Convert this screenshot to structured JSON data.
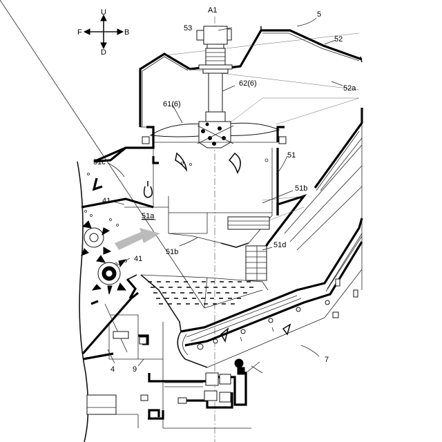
{
  "directions": {
    "up": "U",
    "front": "F",
    "back": "B",
    "down": "D"
  },
  "labels": {
    "a1": "A1",
    "n5": "5",
    "n53": "53",
    "n52": "52",
    "n52a": "52a",
    "n62": "62(6)",
    "n61": "61(6)",
    "n51c": "51c",
    "n51": "51",
    "n51b_right": "51b",
    "n41_top": "41",
    "n51a": "51a",
    "n51d": "51d",
    "n51b_lower": "51b",
    "n41_lower": "41",
    "n7": "7",
    "n4": "4",
    "n9": "9"
  }
}
